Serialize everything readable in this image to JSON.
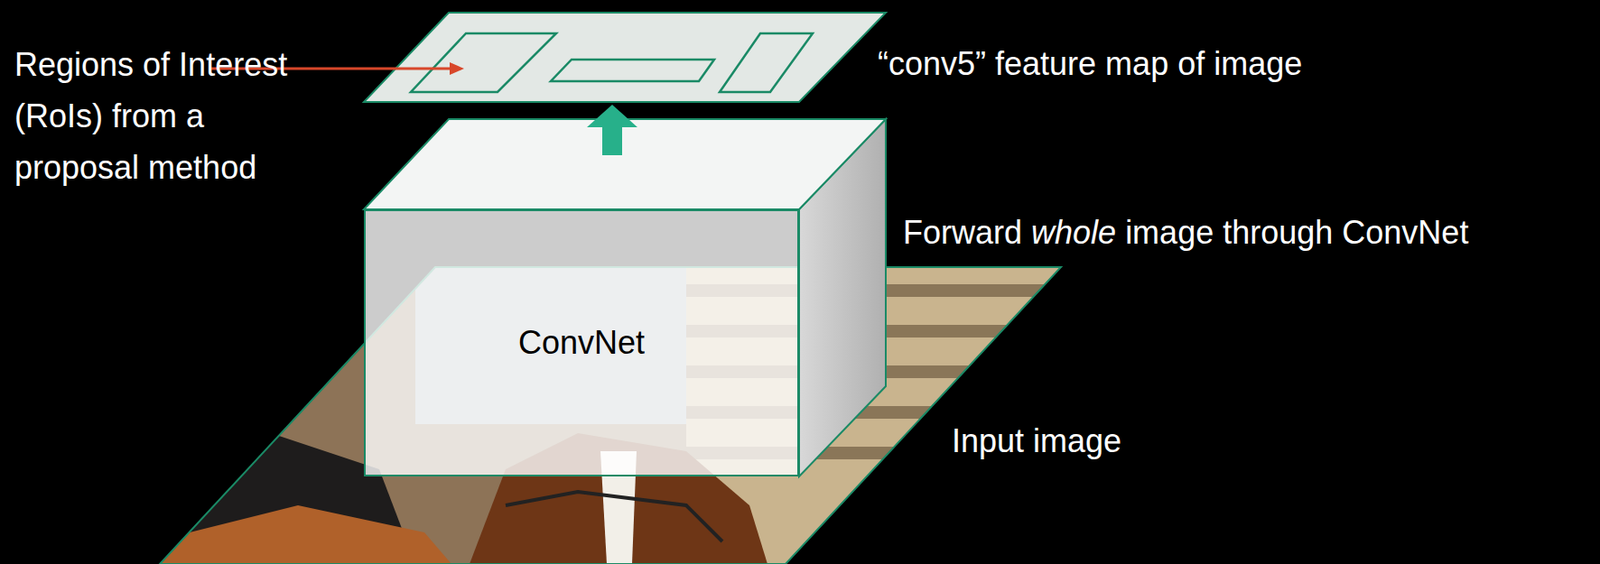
{
  "diagram": {
    "nodes": [
      {
        "text": [
          "ConvNet"
        ]
      }
    ],
    "labels": [
      "Regions of Interest (RoIs) from a proposal method",
      "“conv5” feature map of image",
      "Forward whole image through ConvNet",
      "Input image"
    ]
  }
}
